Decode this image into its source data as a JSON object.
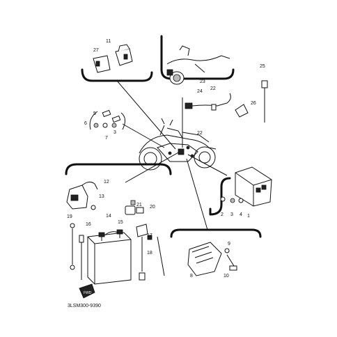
{
  "diagram": {
    "part_callouts": [
      {
        "label": "11"
      },
      {
        "label": "27"
      },
      {
        "label": "23"
      },
      {
        "label": "22"
      },
      {
        "label": "24"
      },
      {
        "label": "25"
      },
      {
        "label": "26"
      },
      {
        "label": "5"
      },
      {
        "label": "6"
      },
      {
        "label": "7"
      },
      {
        "label": "3"
      },
      {
        "label": "22"
      },
      {
        "label": "12"
      },
      {
        "label": "13"
      },
      {
        "label": "21"
      },
      {
        "label": "20"
      },
      {
        "label": "2"
      },
      {
        "label": "3"
      },
      {
        "label": "4"
      },
      {
        "label": "1"
      },
      {
        "label": "19"
      },
      {
        "label": "16"
      },
      {
        "label": "14"
      },
      {
        "label": "15"
      },
      {
        "label": "17"
      },
      {
        "label": "18"
      },
      {
        "label": "9"
      },
      {
        "label": "8"
      },
      {
        "label": "10"
      }
    ],
    "front_marker": "FWD",
    "drawing_code": "3LSM300-9390"
  }
}
